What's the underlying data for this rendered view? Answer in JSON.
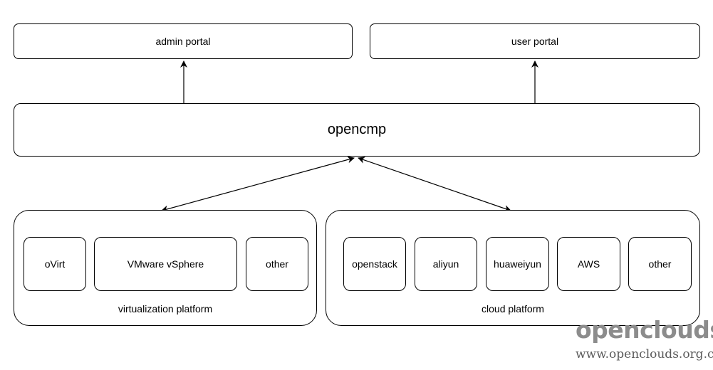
{
  "diagram": {
    "top_nodes": {
      "admin_portal": "admin portal",
      "user_portal": "user portal"
    },
    "core_node": "opencmp",
    "virtualization_group": {
      "label": "virtualization platform",
      "items": [
        "oVirt",
        "VMware vSphere",
        "other"
      ]
    },
    "cloud_group": {
      "label": "cloud platform",
      "items": [
        "openstack",
        "aliyun",
        "huaweiyun",
        "AWS",
        "other"
      ]
    }
  },
  "watermark": {
    "logo_text": "openclouds",
    "url": "www.openclouds.org.cn"
  },
  "colors": {
    "stroke": "#000000",
    "background": "#ffffff",
    "watermark_logo": "#8c8c8c",
    "watermark_url": "#5a5a5a"
  }
}
